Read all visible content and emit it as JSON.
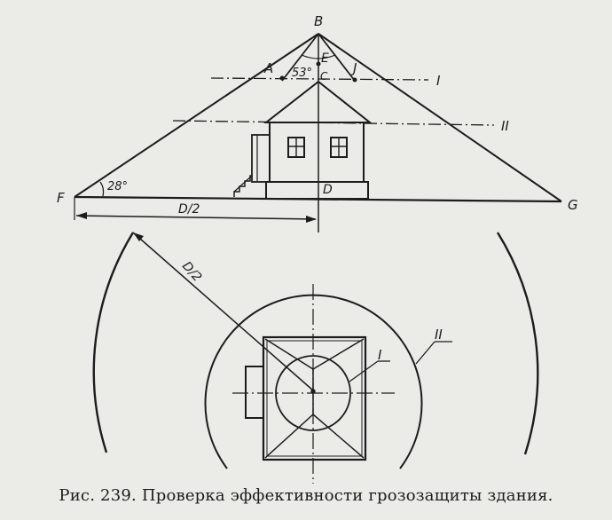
{
  "labels": {
    "b": "B",
    "a": "A",
    "e": "E",
    "j": "J",
    "c": "C",
    "angle_top": "53°",
    "zone1_top": "I",
    "zone2_top": "II",
    "f": "F",
    "g": "G",
    "d": "D",
    "angle_left": "28°",
    "half_d": "D/2",
    "radius_half_d": "D/2",
    "zone1_plan": "I",
    "zone2_plan": "II"
  },
  "caption": "Рис. 239. Проверка эффективности грозозащиты здания.",
  "colors": {
    "ink": "#1c1c1c",
    "paper": "#ebebe8"
  }
}
